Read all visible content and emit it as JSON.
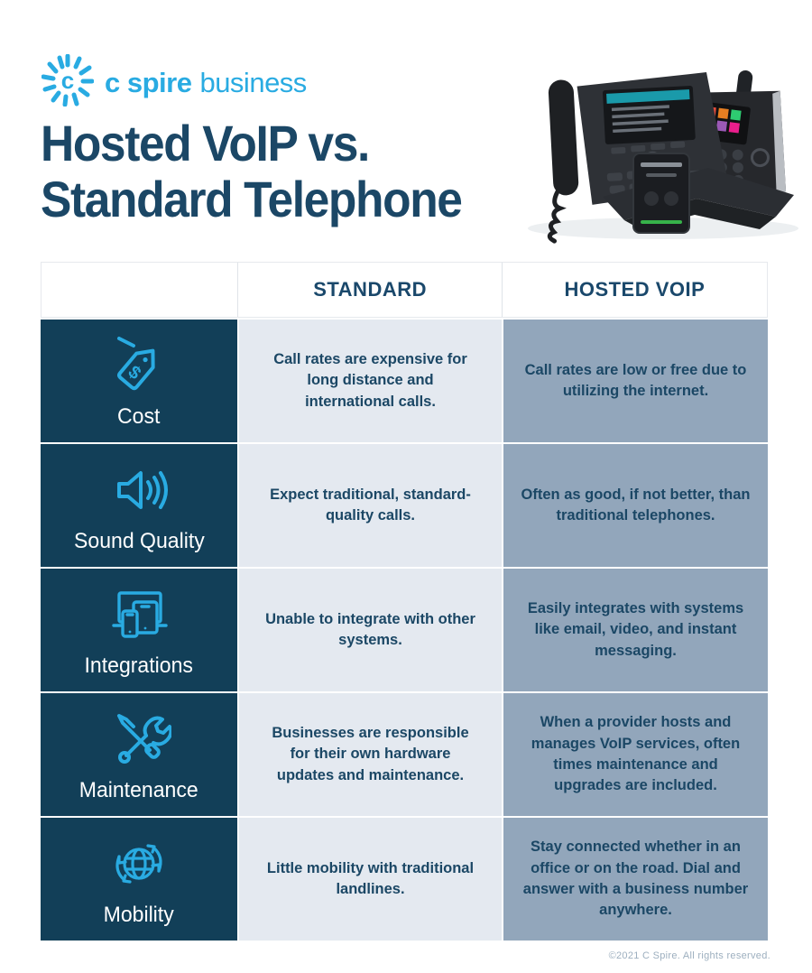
{
  "brand": {
    "logo_bold": "c spire",
    "logo_light": "business",
    "logo_mark": "starburst-icon"
  },
  "title": {
    "line1": "Hosted VoIP vs.",
    "line2": "Standard Telephone"
  },
  "colors": {
    "accent_cyan": "#29ABE2",
    "navy_column": "#123F58",
    "standard_cell": "#E4E9F0",
    "voip_cell": "#92A6BB",
    "title_navy": "#1B4766",
    "body_text_navy": "#1B4765",
    "footer_gray": "#9DAFBF"
  },
  "table": {
    "columns": [
      "",
      "STANDARD",
      "HOSTED VOIP"
    ],
    "rows": [
      {
        "label": "Cost",
        "icon": "price-tag-icon",
        "standard": "Call rates are expensive for long distance and international calls.",
        "hosted_voip": "Call rates are low or free due to utilizing the internet."
      },
      {
        "label": "Sound Quality",
        "icon": "speaker-icon",
        "standard": "Expect traditional, standard-quality calls.",
        "hosted_voip": "Often as good, if not better, than traditional telephones."
      },
      {
        "label": "Integrations",
        "icon": "devices-icon",
        "standard": "Unable to integrate with other systems.",
        "hosted_voip": "Easily integrates with systems like email, video, and instant messaging."
      },
      {
        "label": "Maintenance",
        "icon": "tools-icon",
        "standard": "Businesses are responsible for their own hardware updates and maintenance.",
        "hosted_voip": "When a provider hosts and manages VoIP services, often times maintenance and upgrades are included."
      },
      {
        "label": "Mobility",
        "icon": "globe-arrows-icon",
        "standard": "Little mobility with traditional landlines.",
        "hosted_voip": "Stay connected whether in an office or on the road. Dial and answer with a business number anywhere."
      }
    ]
  },
  "footer": {
    "copyright": "©2021 C Spire. All rights reserved."
  }
}
